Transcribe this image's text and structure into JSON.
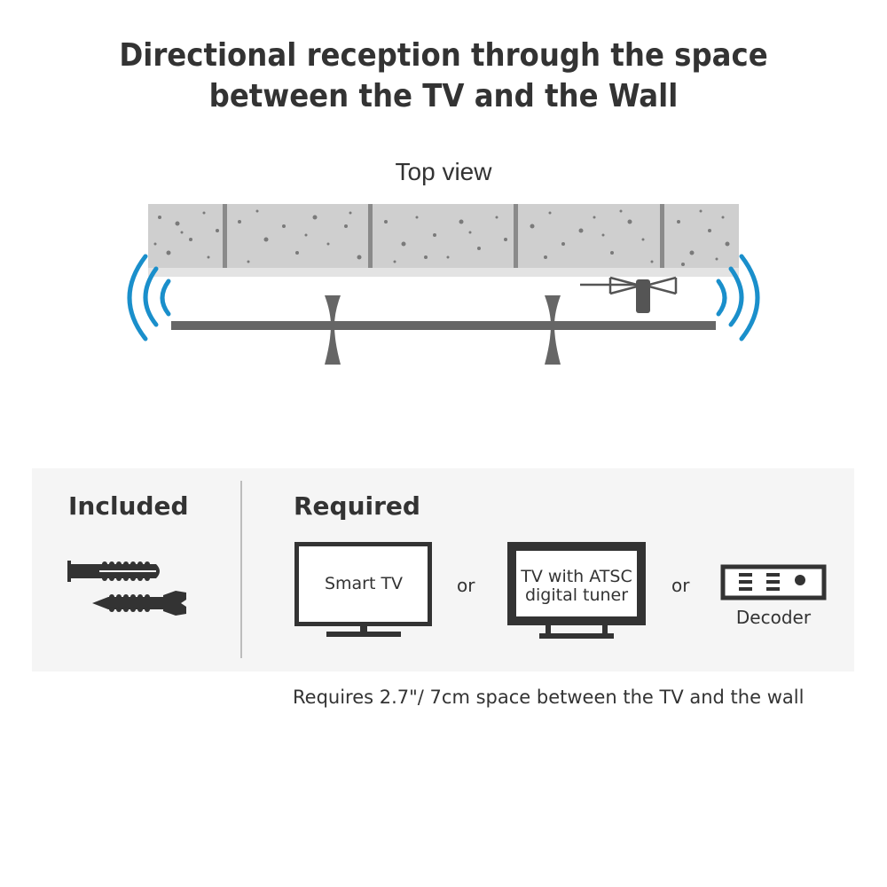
{
  "title": {
    "line1": "Directional reception through the space",
    "line2": "between the TV and the Wall"
  },
  "diagram": {
    "label": "Top view",
    "elements": [
      "wall",
      "tv-panel",
      "tv-stand-left",
      "tv-stand-right",
      "antenna",
      "signal-waves-left",
      "signal-waves-right"
    ],
    "colors": {
      "signal": "#1a8fcb",
      "wall": "#cfcfcf",
      "wall_edge": "#e0e0e0",
      "dark": "#5a5a5a"
    }
  },
  "included": {
    "heading": "Included",
    "items": [
      "wall-anchor-icon",
      "screw-icon"
    ]
  },
  "required": {
    "heading": "Required",
    "options": [
      {
        "label": "Smart TV",
        "icon": "tv-icon"
      },
      {
        "label_line1": "TV with ATSC",
        "label_line2": "digital tuner",
        "icon": "tv-thick-icon"
      },
      {
        "label": "Decoder",
        "icon": "decoder-icon"
      }
    ],
    "separator": "or"
  },
  "note": "Requires 2.7\"/ 7cm space between the TV and the wall"
}
